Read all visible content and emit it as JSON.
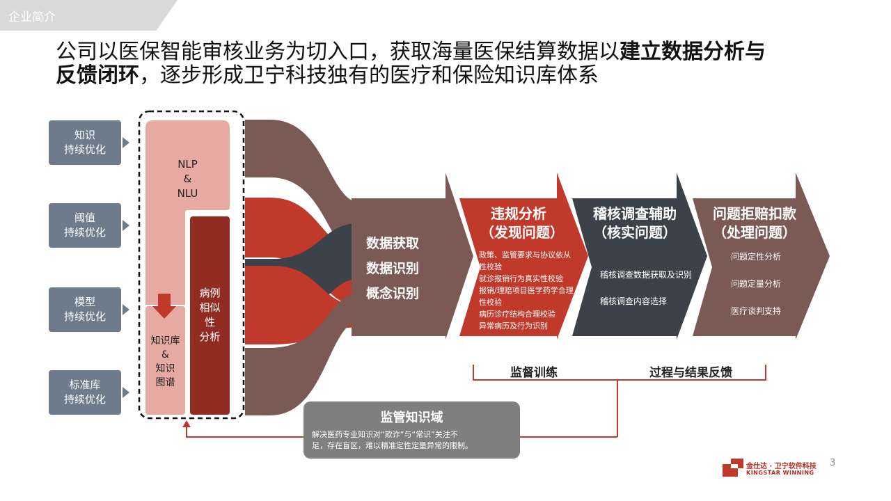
{
  "header": {
    "section_tag": "企业简介"
  },
  "headline": {
    "part1": "公司以医保智能审核业务为切入口，获取海量医保结算数据以",
    "bold1": "建立数据分析与",
    "bold2": "反馈闭环",
    "part2": "，逐步形成卫宁科技独有的医疗和保险知识库体系"
  },
  "optimizations": [
    "知识",
    "持续优化",
    "阈值",
    "持续优化",
    "模型",
    "持续优化",
    "标准库",
    "持续优化"
  ],
  "core": {
    "nlp": [
      "NLP",
      "&",
      "NLU"
    ],
    "kb": [
      "知识库",
      "&",
      "知识",
      "图谱"
    ],
    "similarity": [
      "病例",
      "相似",
      "性",
      "分析"
    ]
  },
  "data_stage": [
    "数据获取",
    "数据识别",
    "概念识别"
  ],
  "stage1": {
    "title": [
      "违规分析",
      "（发现问题）"
    ],
    "items": [
      "政策、监管要求与协议依从",
      "性校验",
      "就诊报销行为真实性校验",
      "报销/理赔项目医学药学合理",
      "性校验",
      "病历诊疗结构合理校验",
      "异常病历及行为识别"
    ]
  },
  "stage2": {
    "title": [
      "稽核调查辅助",
      "（核实问题）"
    ],
    "items": [
      "稽核调查数据获取及识别",
      "稽核调查内容选择"
    ]
  },
  "stage3": {
    "title": [
      "问题拒赔扣款",
      "（处理问题）"
    ],
    "items": [
      "问题定性分析",
      "问题定量分析",
      "医疗谈判支持"
    ]
  },
  "feedback": {
    "left": "监督训练",
    "right": "过程与结果反馈"
  },
  "supervision": {
    "title": "监管知识域",
    "desc": [
      "解决医药专业知识对“欺诈”与“常识”关注不",
      "足，存在盲区，难以精准定性定量异常的限制。"
    ]
  },
  "footer": {
    "page_number": "3",
    "logo_cn": "金仕达 · 卫宁软件科技",
    "logo_en": "KINGSTAR WINNING"
  },
  "colors": {
    "red": "#c0392b",
    "dark_red": "#922b21",
    "brown": "#7b5a55",
    "slate": "#3c4249",
    "pink": "#e6aaa3",
    "opt_gray": "#6e7b8b"
  }
}
